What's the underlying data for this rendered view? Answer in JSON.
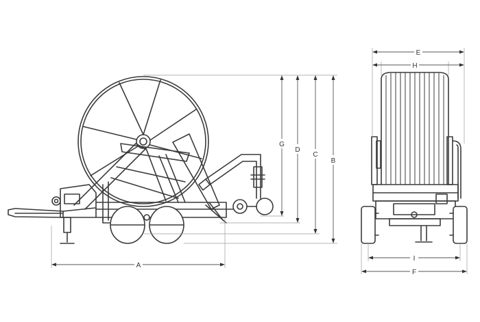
{
  "dimensions": {
    "A": "A",
    "B": "B",
    "C": "C",
    "D": "D",
    "E": "E",
    "F": "F",
    "G": "G",
    "H": "H",
    "I": "I"
  }
}
